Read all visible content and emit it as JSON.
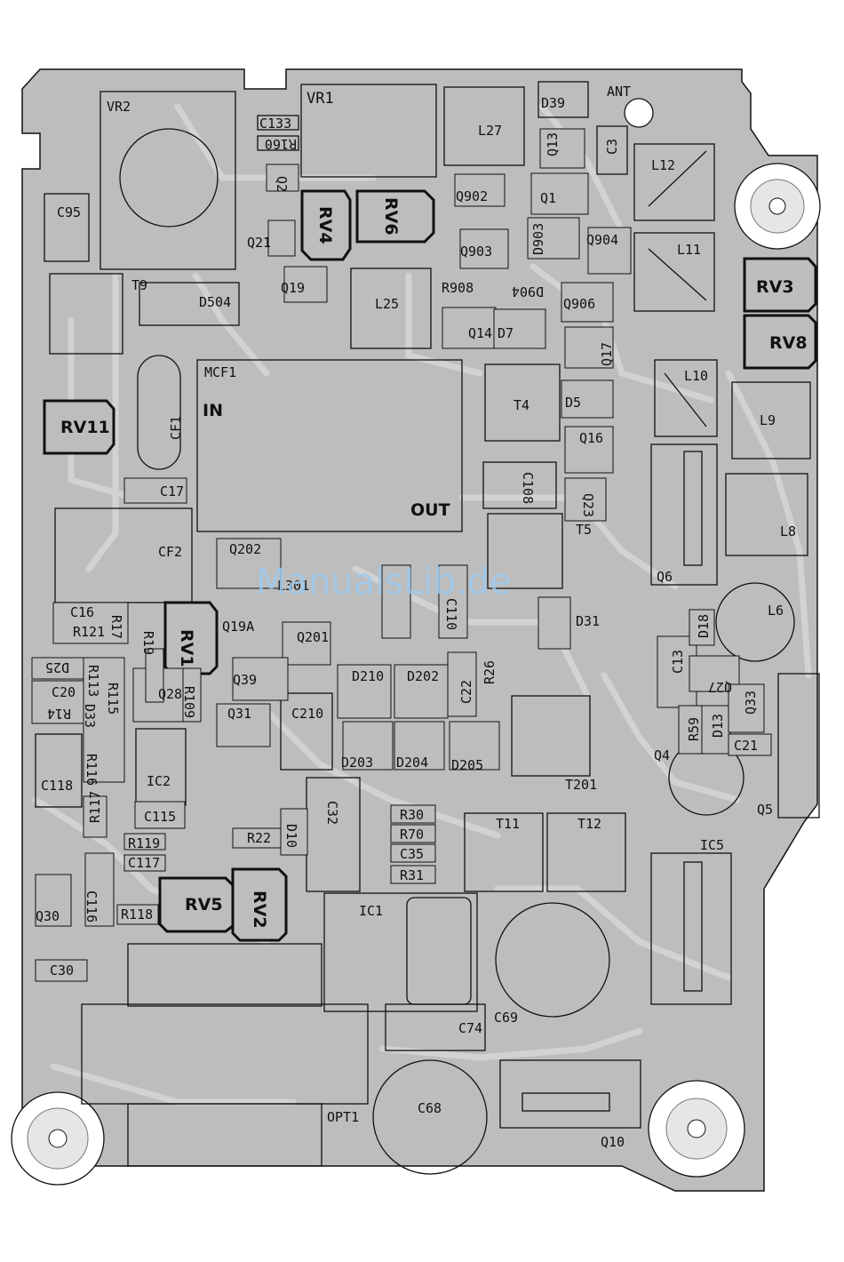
{
  "board": {
    "fill": "#bdbdbd",
    "trace_color": "#d2d2d2",
    "outline_color": "#111111",
    "emphasis_labels": [
      "IN",
      "OUT"
    ],
    "watermark": "ManualsLib.de",
    "labels": [
      "VR2",
      "VR1",
      "C133",
      "R160",
      "Q2",
      "L27",
      "D39",
      "ANT",
      "Q13",
      "C3",
      "Q1",
      "L12",
      "C95",
      "RV4",
      "RV6",
      "Q902",
      "Q21",
      "Q903",
      "D903",
      "Q904",
      "L11",
      "T9",
      "D504",
      "Q19",
      "L25",
      "R908",
      "D904",
      "Q906",
      "RV3",
      "RV8",
      "Q14",
      "D7",
      "Q17",
      "L10",
      "RV11",
      "MCF1",
      "CF1",
      "T4",
      "D5",
      "L9",
      "Q16",
      "C108",
      "C17",
      "Q23",
      "T5",
      "L8",
      "CF2",
      "Q202",
      "L301",
      "C110",
      "Q6",
      "L6",
      "C16",
      "R17",
      "R121",
      "R19",
      "RV1",
      "Q19A",
      "Q201",
      "D31",
      "D18",
      "D25",
      "R113",
      "C13",
      "Q27",
      "C20",
      "R115",
      "Q28",
      "R109",
      "Q39",
      "D210",
      "D202",
      "R26",
      "C22",
      "R14",
      "D33",
      "Q31",
      "C210",
      "R59",
      "D13",
      "Q33",
      "C21",
      "C118",
      "R116",
      "D203",
      "D204",
      "D205",
      "Q4",
      "IC2",
      "T201",
      "C115",
      "R30",
      "C32",
      "R117",
      "R70",
      "D10",
      "T11",
      "T12",
      "R22",
      "Q5",
      "R119",
      "C35",
      "C117",
      "R31",
      "IC5",
      "Q30",
      "C116",
      "RV5",
      "RV2",
      "R118",
      "IC1",
      "C30",
      "C69",
      "C74",
      "C68",
      "OPT1",
      "Q10"
    ]
  }
}
